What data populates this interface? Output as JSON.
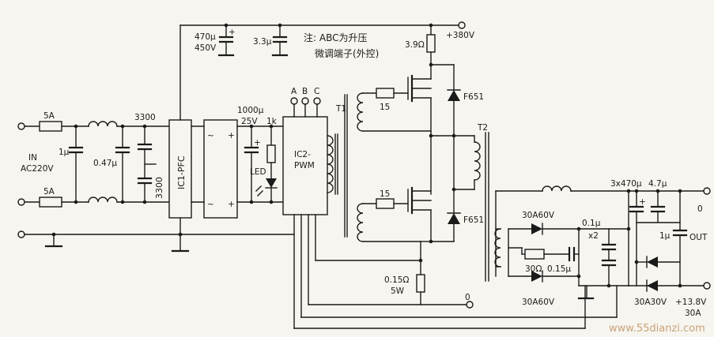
{
  "labels": {
    "fuse_top": "5A",
    "fuse_bottom": "5A",
    "input_name": "IN",
    "input_voltage": "AC220V",
    "cap_in1": "1μ",
    "cap_in2": "0.47μ",
    "cap_y_top": "3300",
    "cap_y_bottom": "3300",
    "ic1": "IC1-PFC",
    "bridge_ac": "~",
    "bridge_plus": "+",
    "cap_bulk_value": "470μ",
    "cap_bulk_voltage": "450V",
    "cap_snub": "3.3μ",
    "note_line1": "注: ABC为升压",
    "note_line2": "微调端子(外控)",
    "cap_filter_value": "1000μ",
    "cap_filter_voltage": "25V",
    "resistor_led": "1k",
    "led": "LED",
    "terminal_a": "A",
    "terminal_b": "B",
    "terminal_c": "C",
    "ic2_line1": "IC2-",
    "ic2_line2": "PWM",
    "transformer_t1": "T1",
    "gate_res_top": "15",
    "gate_res_bottom": "15",
    "res_drain": "3.9Ω",
    "hv_rail": "+380V",
    "diode_top": "F651",
    "diode_bottom": "F651",
    "transformer_t2": "T2",
    "res_sense_value": "0.15Ω",
    "res_sense_power": "5W",
    "ground_zero": "0",
    "cap_out_bank": "3x470μ",
    "cap_out_small": "4.7μ",
    "out_zero": "0",
    "out_label": "OUT",
    "cap_out_1u": "1μ",
    "diode_rect_top": "30A60V",
    "diode_rect_bottom": "30A60V",
    "snubber_r": "30Ω",
    "snubber_c": "0.15μ",
    "cap_pair_value": "0.1μ",
    "cap_pair_count": "x2",
    "diode_out": "30A30V",
    "out_voltage": "+13.8V",
    "out_current": "30A",
    "watermark": "www.55dianzi.com"
  }
}
